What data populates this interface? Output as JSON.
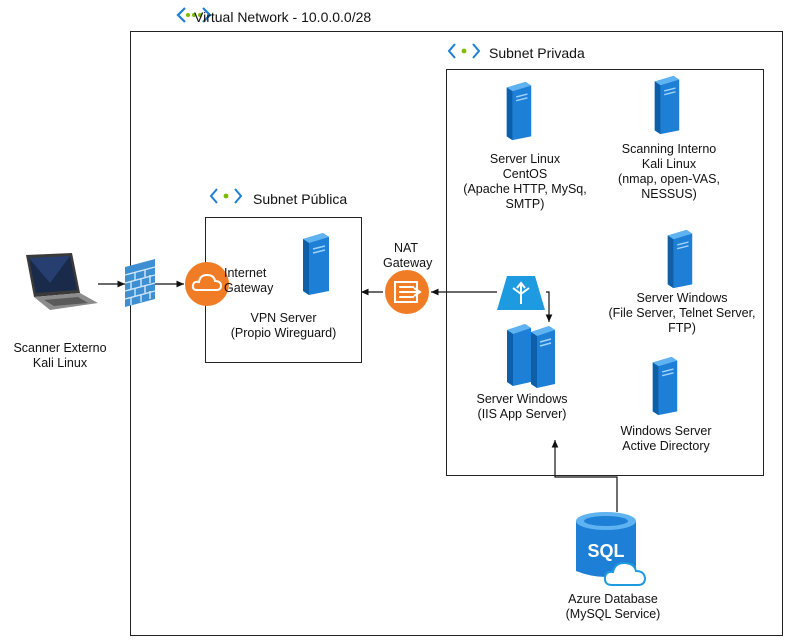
{
  "vnet": {
    "title": "Virtual Network - 10.0.0.0/28"
  },
  "subnet_private": {
    "title": "Subnet Privada"
  },
  "subnet_public": {
    "title": "Subnet Pública"
  },
  "nodes": {
    "scanner_externo": {
      "lines": [
        "Scanner Externo",
        "Kali Linux"
      ]
    },
    "internet_gateway": {
      "lines": [
        "Internet",
        "Gateway"
      ]
    },
    "vpn_server": {
      "lines": [
        "VPN Server",
        "(Propio Wireguard)"
      ]
    },
    "nat_gateway": {
      "lines": [
        "NAT",
        "Gateway"
      ]
    },
    "server_linux": {
      "lines": [
        "Server Linux",
        "CentOS",
        "(Apache HTTP, MySq,",
        "SMTP)"
      ]
    },
    "scanning_interno": {
      "lines": [
        "Scanning Interno",
        "Kali Linux",
        "(nmap, open-VAS,",
        "NESSUS)"
      ]
    },
    "server_windows_fs": {
      "lines": [
        "Server Windows",
        "(File Server, Telnet Server,",
        "FTP)"
      ]
    },
    "server_windows_iis": {
      "lines": [
        "Server Windows",
        "(IIS App Server)"
      ]
    },
    "windows_ad": {
      "lines": [
        "Windows Server",
        "Active Directory"
      ]
    },
    "azure_db": {
      "lines": [
        "Azure Database",
        "(MySQL Service)"
      ],
      "icon_text": "SQL"
    }
  },
  "colors": {
    "server_blue": "#1e7fd6",
    "server_light": "#5fb3f0",
    "orange": "#f07c25",
    "vnet_green": "#7fba00",
    "vnet_blue": "#1e7fd6",
    "firewall": "#3d8fd1"
  },
  "icons": {
    "vnet": "virtual-network-icon",
    "laptop": "laptop-icon",
    "firewall": "firewall-icon",
    "internet_gateway": "cloud-gateway-icon",
    "server": "server-icon",
    "nat": "nat-gateway-icon",
    "load_balancer": "load-balancer-icon",
    "database": "sql-database-icon"
  }
}
